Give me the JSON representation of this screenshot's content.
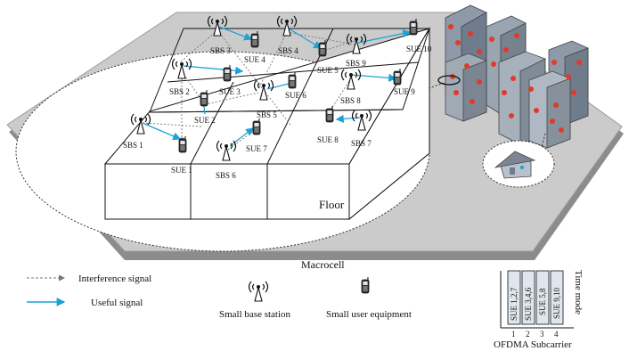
{
  "diagram": {
    "macrocell_label": "Macrocell",
    "floor_label": "Floor",
    "sbs_labels": [
      "SBS 1",
      "SBS 2",
      "SBS 3",
      "SBS 4",
      "SBS 5",
      "SBS 6",
      "SBS 7",
      "SBS 8",
      "SBS 9"
    ],
    "sue_labels": [
      "SUE 1",
      "SUE 2",
      "SUE 3",
      "SUE 4",
      "SUE 5",
      "SUE 6",
      "SUE 7",
      "SUE 8",
      "SUE 9",
      "SUE 10"
    ]
  },
  "legend": {
    "interference_label": "Interference signal",
    "useful_label": "Useful signal",
    "sbs_label": "Small base station",
    "sue_label": "Small user equipment"
  },
  "ofdma": {
    "time_mode_label": "Time mode",
    "subcarrier_label": "OFDMA Subcarrier",
    "columns": [
      {
        "index": "1",
        "label": "SUE 1,2,7"
      },
      {
        "index": "2",
        "label": "SUE 3,4,6"
      },
      {
        "index": "3",
        "label": "SUE 5,8"
      },
      {
        "index": "4",
        "label": "SUE 9,10"
      }
    ]
  },
  "colors": {
    "useful": "#1aa3d6",
    "interference": "#777777",
    "ground": "#c8c8c8",
    "ground_shadow": "#8c8c8c",
    "building": "#8e9aa8",
    "window_light": "#e23a2a"
  }
}
